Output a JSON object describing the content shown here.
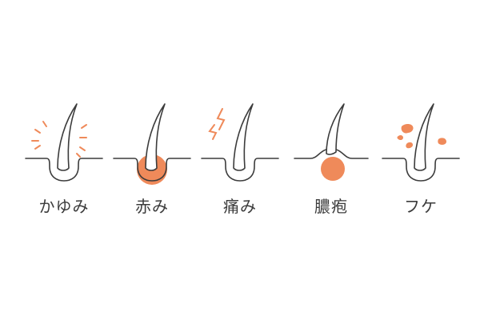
{
  "colors": {
    "accent": "#EF8A5A",
    "line": "#3C3C3C",
    "background": "#FFFFFF"
  },
  "panels": [
    {
      "label": "かゆみ",
      "icon": "itch-lines-icon"
    },
    {
      "label": "赤み",
      "icon": "redness-circle-icon"
    },
    {
      "label": "痛み",
      "icon": "pain-bolt-icon"
    },
    {
      "label": "膿疱",
      "icon": "pustule-icon"
    },
    {
      "label": "フケ",
      "icon": "dandruff-flakes-icon"
    }
  ]
}
